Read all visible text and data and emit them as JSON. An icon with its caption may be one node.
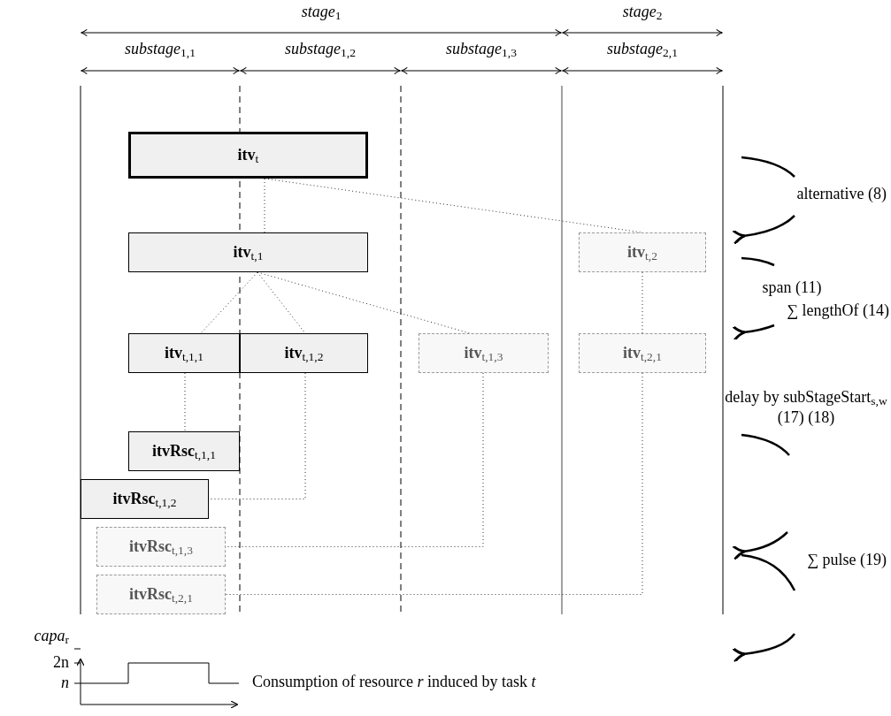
{
  "diagram": {
    "nodes": [
      {
        "text": [
          "**itv**$_{t}$"
        ]
      },
      {
        "text": [
          "**itv**$_{t,1}$"
        ]
      },
      {
        "text": [
          "**itv**$_{t,2}$"
        ]
      },
      {
        "text": [
          "**itv**$_{t,1,1}$"
        ]
      },
      {
        "text": [
          "**itv**$_{t,1,2}$"
        ]
      },
      {
        "text": [
          "**itv**$_{t,1,3}$"
        ]
      },
      {
        "text": [
          "**itv**$_{t,2,1}$"
        ]
      },
      {
        "text": [
          "**itvRsc**$_{t,1,1}$"
        ]
      },
      {
        "text": [
          "**itvRsc**$_{t,1,2}$"
        ]
      },
      {
        "text": [
          "**itvRsc**$_{t,1,3}$"
        ]
      },
      {
        "text": [
          "**itvRsc**$_{t,2,1}$"
        ]
      }
    ],
    "edges": [
      {
        "from": 0,
        "to": 1,
        "arrow": "none"
      },
      {
        "from": 0,
        "to": 2,
        "arrow": "none"
      },
      {
        "from": 1,
        "to": 3,
        "arrow": "none"
      },
      {
        "from": 1,
        "to": 4,
        "arrow": "none"
      },
      {
        "from": 1,
        "to": 5,
        "arrow": "none"
      },
      {
        "from": 2,
        "to": 6,
        "arrow": "none"
      },
      {
        "from": 3,
        "to": 7,
        "arrow": "none"
      },
      {
        "from": 4,
        "to": 8,
        "arrow": "none"
      },
      {
        "from": 5,
        "to": 9,
        "arrow": "none"
      },
      {
        "from": 6,
        "to": 10,
        "arrow": "none"
      }
    ],
    "labels": [
      "*stage*$_{1}$",
      "*stage*$_{2}$",
      "*substage*$_{1,1}$",
      "*substage*$_{1,2}$",
      "*substage*$_{1,3}$",
      "*substage*$_{2,1}$",
      "alternative (8)",
      "span (11)",
      "∑ lengthOf (14)",
      "delay by subStageStart$_{s,w}$ (17) (18)",
      "∑ pulse (19)",
      "*capa*$_{r}$",
      "2n",
      "*n*",
      "Consumption of resource *r* induced by task *t*"
    ]
  }
}
